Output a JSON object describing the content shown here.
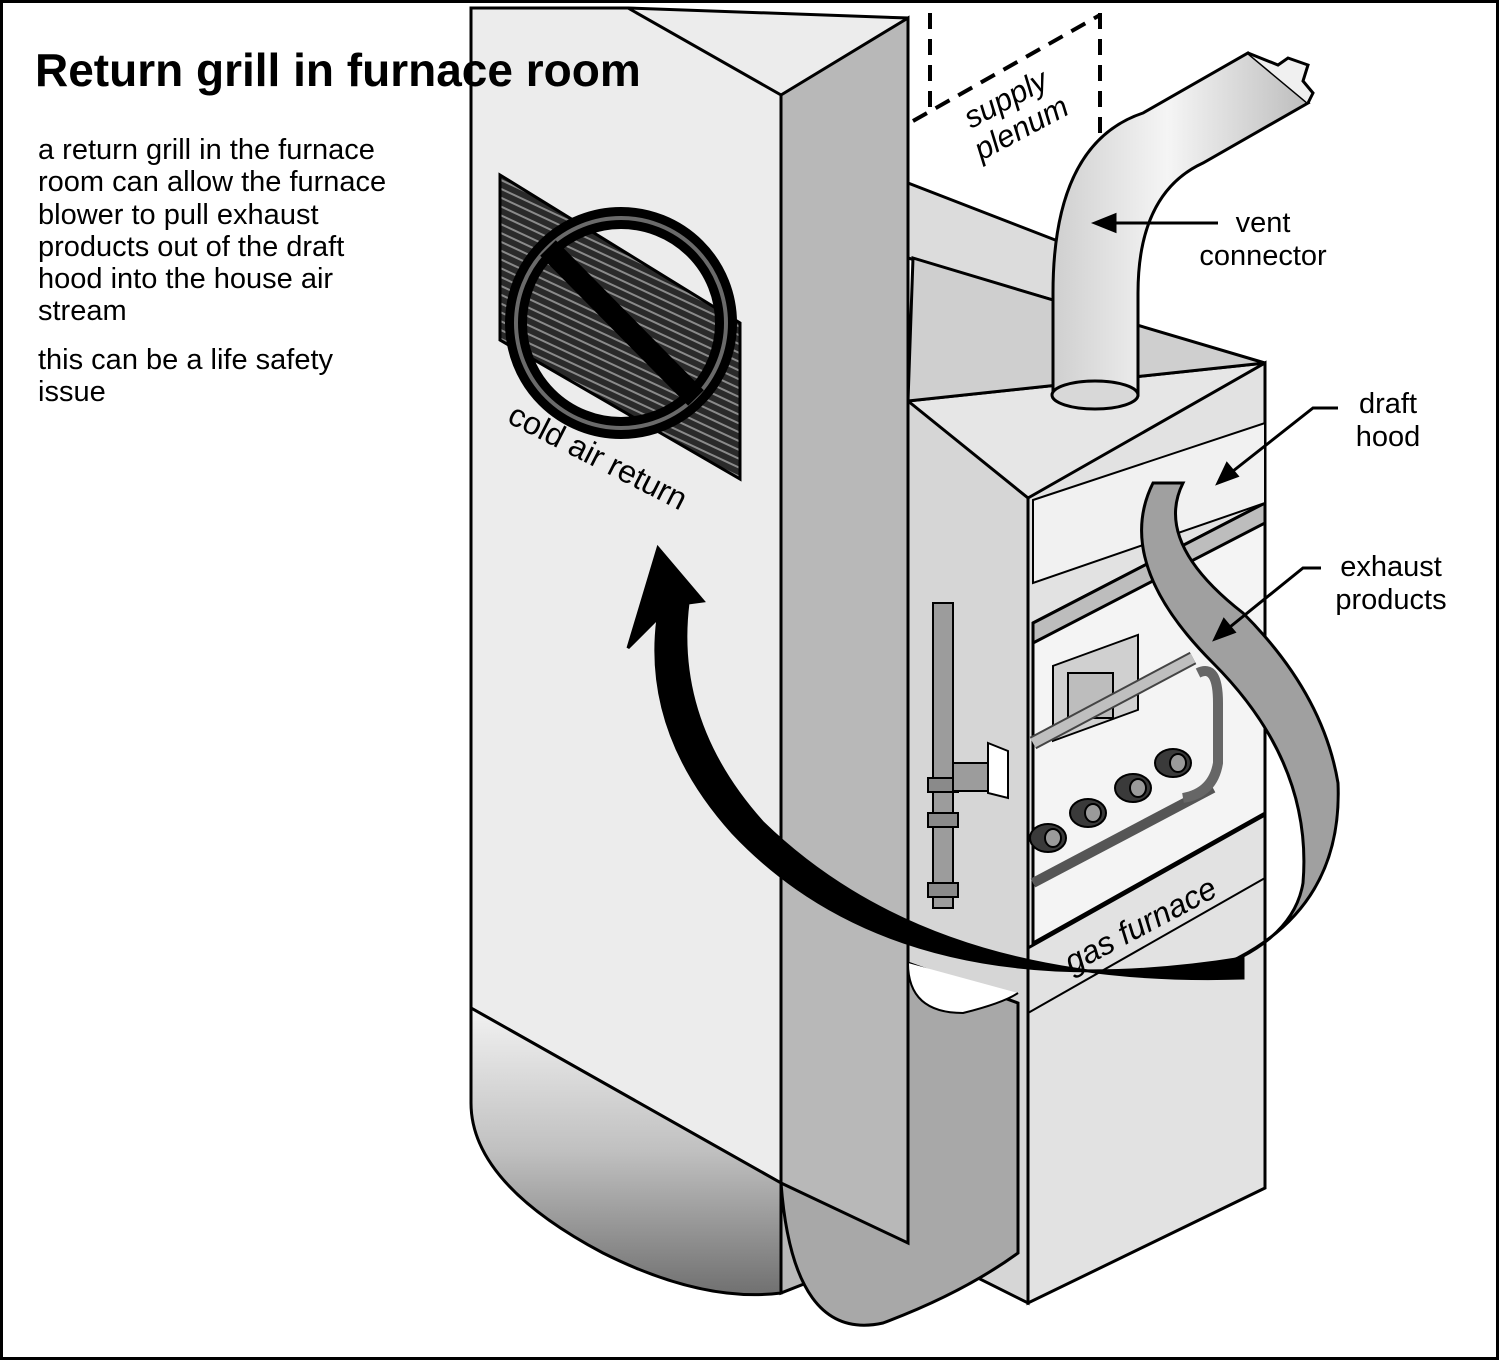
{
  "title": "Return grill in furnace room",
  "description": [
    "a return grill in the furnace\nroom can allow the furnace\nblower to pull exhaust\nproducts out of the draft\nhood into the house air\nstream",
    "this can be a life safety\nissue"
  ],
  "labels": {
    "supply_plenum": "supply\nplenum",
    "vent_connector": "vent\nconnector",
    "draft_hood": "draft\nhood",
    "exhaust_products": "exhaust\nproducts",
    "cold_air_return": "cold air return",
    "gas_furnace": "gas furnace"
  },
  "colors": {
    "ink": "#000000",
    "panel_light": "#ececec",
    "panel_mid": "#c8c8c8",
    "panel_dark": "#a8a8a8",
    "exhaust_band": "#a0a0a0"
  },
  "icons": [
    "prohibition-icon",
    "airflow-arrow-icon"
  ]
}
